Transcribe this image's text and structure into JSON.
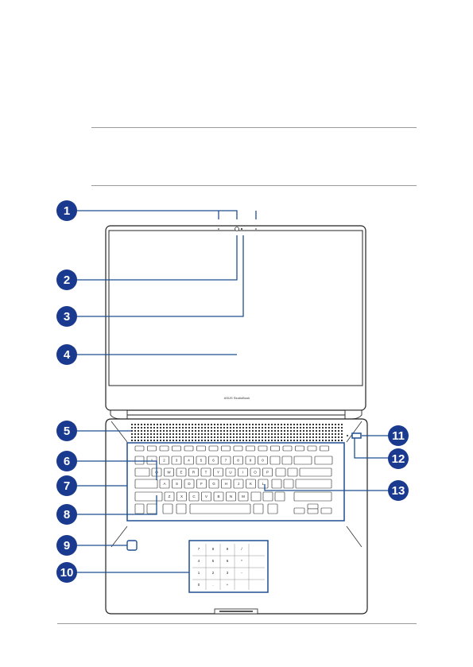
{
  "laptop": {
    "brand_text": "ASUS StudioBook"
  },
  "callouts": [
    "1",
    "2",
    "3",
    "4",
    "5",
    "6",
    "7",
    "8",
    "9",
    "10",
    "11",
    "12",
    "13"
  ],
  "numberpad": [
    "7",
    "8",
    "9",
    "/",
    "4",
    "5",
    "6",
    "*",
    "1",
    "2",
    "3",
    "-",
    "0",
    ".",
    "+"
  ],
  "keys_row2": [
    "Q",
    "W",
    "E",
    "R",
    "T",
    "Y",
    "U",
    "I",
    "O",
    "P"
  ],
  "keys_row3": [
    "A",
    "S",
    "D",
    "F",
    "G",
    "H",
    "J",
    "K",
    "L"
  ],
  "keys_row4": [
    "Z",
    "X",
    "C",
    "V",
    "B",
    "N",
    "M"
  ],
  "keys_row1": [
    "1",
    "2",
    "3",
    "4",
    "5",
    "6",
    "7",
    "8",
    "9",
    "0"
  ],
  "colors": {
    "callout": "#1a3a8f",
    "line": "#1f4f8f",
    "outline": "#222222"
  }
}
